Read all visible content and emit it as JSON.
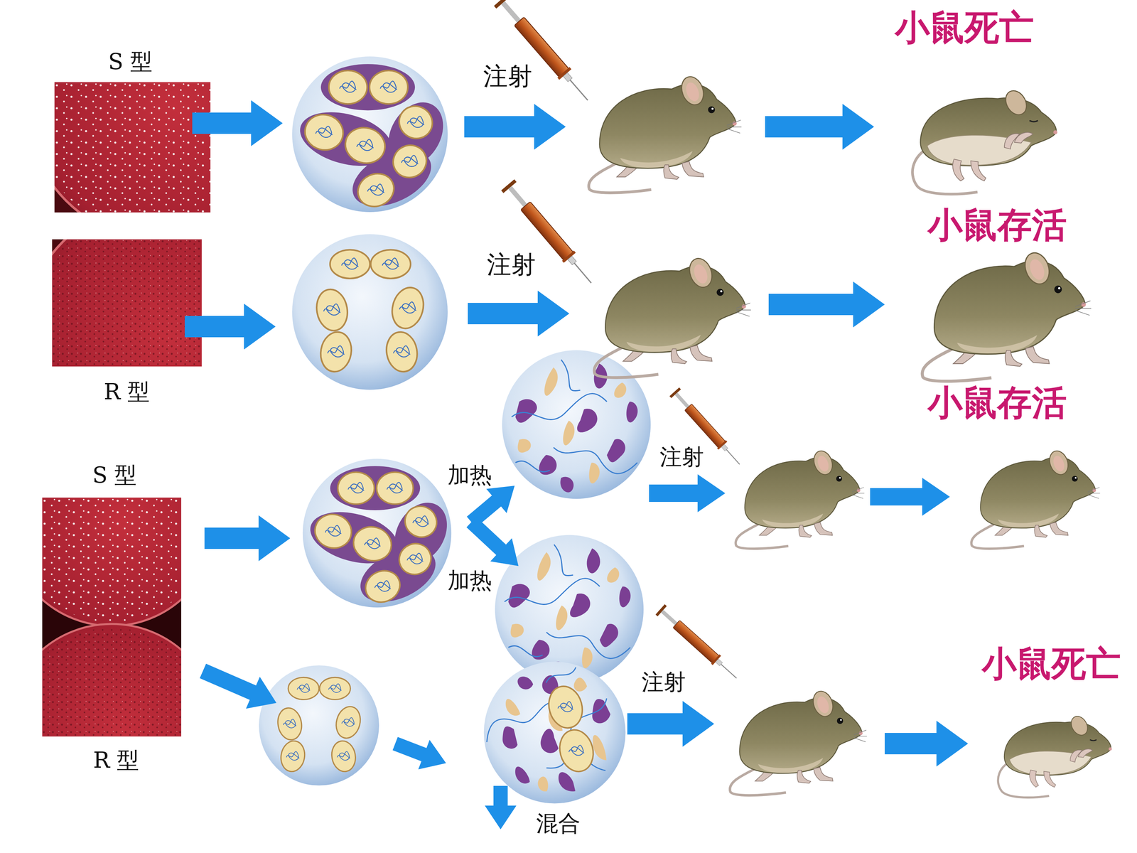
{
  "diagram": {
    "labels": [
      "S 型",
      "注射",
      "小鼠死亡",
      "注射",
      "小鼠存活",
      "R 型",
      "小鼠存活",
      "加热",
      "S 型",
      "注射",
      "加热",
      "小鼠死亡",
      "注射",
      "R 型",
      "混合"
    ]
  }
}
